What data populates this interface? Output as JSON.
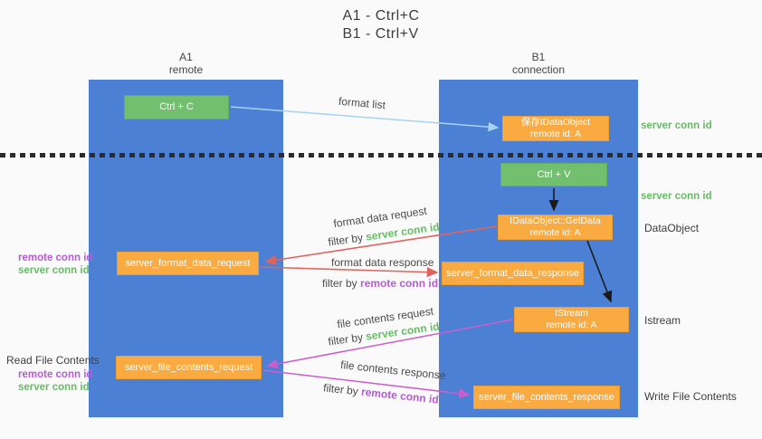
{
  "title": {
    "line1": "A1 - Ctrl+C",
    "line2": "B1 - Ctrl+V"
  },
  "lanes": {
    "a": {
      "id": "A1",
      "role": "remote"
    },
    "b": {
      "id": "B1",
      "role": "connection"
    }
  },
  "boxes": {
    "ctrl_c": {
      "label": "Ctrl + C"
    },
    "ctrl_v": {
      "label": "Ctrl + V"
    },
    "save_dataobject": {
      "line1": "保存IDataObject",
      "line2": "remote id: A"
    },
    "getdata": {
      "line1": "IDataObject::GetData",
      "line2": "remote id: A"
    },
    "istream": {
      "line1": "IStream",
      "line2": "remote id: A"
    },
    "format_request": {
      "label": "server_format_data_request"
    },
    "format_response": {
      "label": "server_format_data_response"
    },
    "file_request": {
      "label": "server_file_contents_request"
    },
    "file_response": {
      "label": "server_file_contents_response"
    }
  },
  "arrow_labels": {
    "format_list": "format list",
    "format_data_request": "format data request",
    "format_data_response": "format data response",
    "file_contents_request": "file contents request",
    "file_contents_response": "file contents response",
    "filter_by": "filter by",
    "server_conn_id": "server conn id",
    "remote_conn_id": "remote conn id"
  },
  "side_labels": {
    "server_conn_id_top": "server conn id",
    "server_conn_id_mid": "server conn id",
    "dataobject": "DataObject",
    "istream": "Istream",
    "write_file_contents": "Write File Contents",
    "read_file_contents": "Read File Contents",
    "remote_conn_id": "remote conn id",
    "server_conn_id": "server conn id"
  },
  "colors": {
    "lane_blue": "#4b80d5",
    "box_green": "#72c06f",
    "box_orange": "#f9aa41",
    "arrow_light_blue": "#a7d3f2",
    "arrow_red": "#e0645e",
    "arrow_magenta": "#cd5ec9",
    "arrow_black": "#1a1a1a",
    "text_green": "#67bd66",
    "text_purple": "#b55bd4",
    "background": "#fafafa"
  }
}
